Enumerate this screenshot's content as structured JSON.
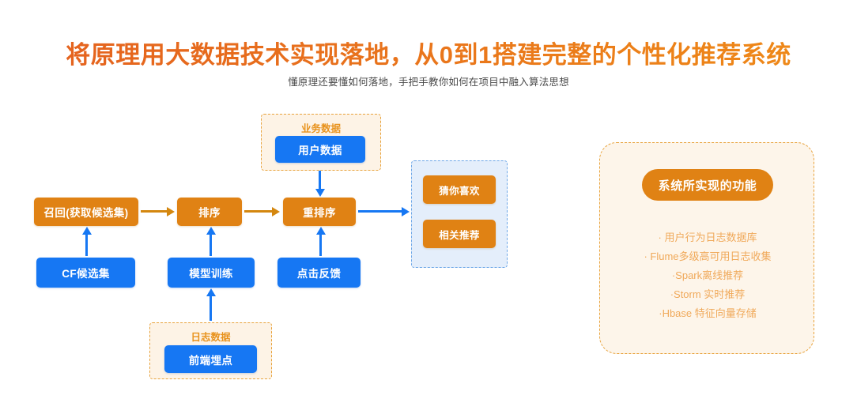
{
  "header": {
    "title": "将原理用大数据技术实现落地，从0到1搭建完整的个性化推荐系统",
    "subtitle": "懂原理还要懂如何落地，手把手教你如何在项目中融入算法思想"
  },
  "colors": {
    "orange_node": "#e08214",
    "blue_node": "#1677f3",
    "title_orange": "#e4601e",
    "group_label": "#e8921c",
    "group_panel_bg": "#fdf3e6",
    "group_panel_border": "#e8a33d",
    "output_panel_bg": "#e4eefb",
    "output_panel_border": "#6fa8e8",
    "feature_text": "#f0a95a",
    "arrow_orange": "#d4870f",
    "arrow_blue": "#1677f3"
  },
  "pipeline": {
    "stages": [
      {
        "label": "召回(获取候选集)"
      },
      {
        "label": "排序"
      },
      {
        "label": "重排序"
      }
    ],
    "sources": [
      {
        "label": "CF候选集"
      },
      {
        "label": "模型训练"
      },
      {
        "label": "点击反馈"
      }
    ]
  },
  "business_data_group": {
    "label": "业务数据",
    "node": "用户数据"
  },
  "log_data_group": {
    "label": "日志数据",
    "node": "前端埋点"
  },
  "output_panel": {
    "items": [
      {
        "label": "猜你喜欢"
      },
      {
        "label": "相关推荐"
      }
    ]
  },
  "feature_panel": {
    "title": "系统所实现的功能",
    "items": [
      "· 用户行为日志数据库",
      "· Flume多级高可用日志收集",
      "·Spark离线推荐",
      "·Storm 实时推荐",
      "·Hbase 特征向量存储"
    ]
  }
}
